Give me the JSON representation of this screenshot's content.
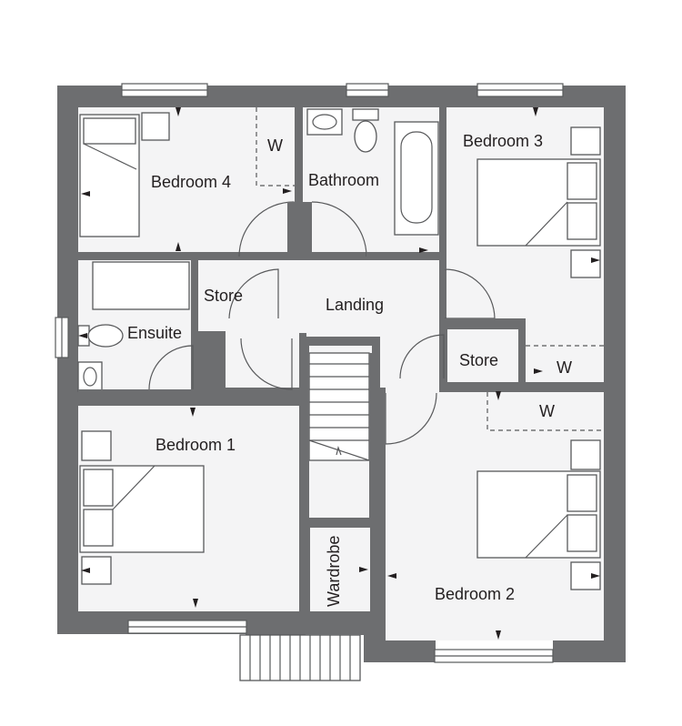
{
  "rooms": {
    "bedroom4": "Bedroom 4",
    "bathroom": "Bathroom",
    "bedroom3": "Bedroom 3",
    "store_left": "Store",
    "landing": "Landing",
    "ensuite": "Ensuite",
    "store_right": "Store",
    "bedroom1": "Bedroom 1",
    "wardrobe": "Wardrobe",
    "bedroom2": "Bedroom 2"
  },
  "wardrobe_marks": {
    "bedroom4": "W",
    "bedroom3": "W",
    "bedroom2": "W"
  }
}
